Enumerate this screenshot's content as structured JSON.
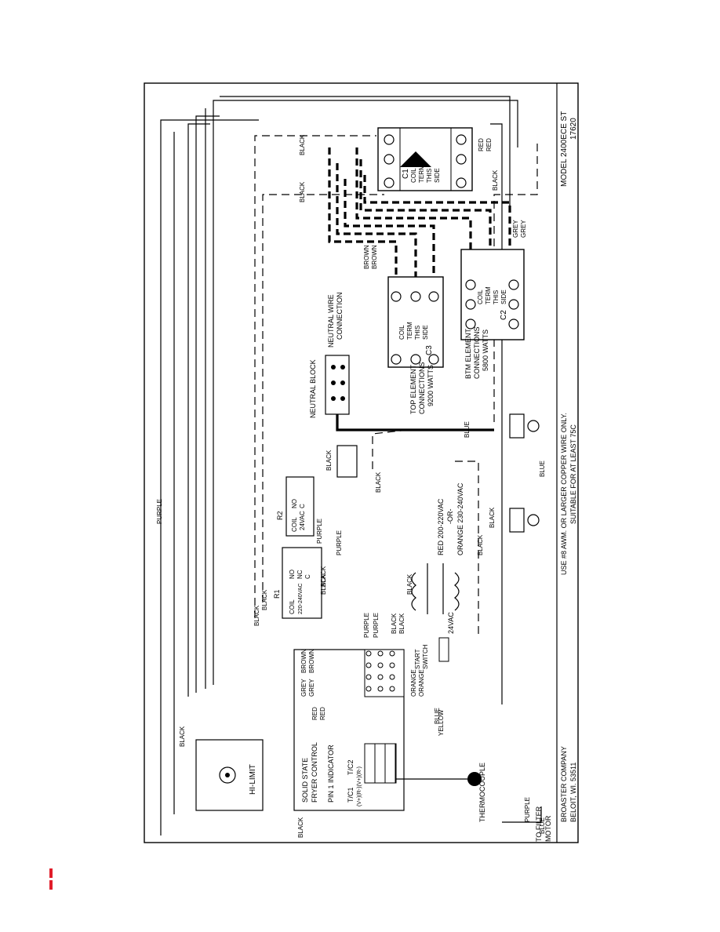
{
  "colors": {
    "ink": "#000000",
    "paper": "#ffffff",
    "margin_mark": "#e11d2a"
  },
  "title_block": {
    "model": "MODEL 2400ECE ST",
    "number": "17620",
    "company": "BROASTER COMPANY",
    "city": "BELOIT, WI.  53511",
    "note_1": "USE #8 AWM. OR LARGER COPPER WIRE ONLY.",
    "note_2": "SUITABLE FOR AT LEAST 75C"
  },
  "contactors": {
    "c1": {
      "id": "C1",
      "coil_1": "COIL",
      "coil_2": "TERM",
      "coil_3": "THIS",
      "coil_4": "SIDE"
    },
    "c2": {
      "id": "C2",
      "coil_1": "COIL",
      "coil_2": "TERM",
      "coil_3": "THIS",
      "coil_4": "SIDE"
    },
    "c3": {
      "id": "C3",
      "coil_1": "COIL",
      "coil_2": "TERM",
      "coil_3": "THIS",
      "coil_4": "SIDE"
    }
  },
  "elements": {
    "top_1": "TOP ELEMENT",
    "top_2": "CONNECTIONS",
    "top_3": "9200 WATTS",
    "btm_1": "BTM ELEMENT",
    "btm_2": "CONNECTIONS",
    "btm_3": "5800 WATTS"
  },
  "neutral": {
    "block": "NEUTRAL BLOCK",
    "wire_1": "NEUTRAL WIRE",
    "wire_2": "CONNECTION"
  },
  "relays": {
    "r1": {
      "id": "R1",
      "no": "NO",
      "nc": "NC",
      "c": "C",
      "coil": "COIL",
      "voltage": "220-240VAC"
    },
    "r2": {
      "id": "R2",
      "no": "NO",
      "c": "C",
      "coil": "COIL",
      "voltage": "24VAC"
    }
  },
  "control": {
    "title_1": "SOLID STATE",
    "title_2": "FRYER CONTROL",
    "pin": "PIN 1 INDICATOR",
    "tc_1": "T/C1",
    "tc_2": "T/C2",
    "tc_pins": "(V+)(R-)(V+)(R-)",
    "thermocouple": "THERMOCOUPLE",
    "hi_limit": "HI-LIMIT",
    "start_1": "START",
    "start_2": "SWITCH",
    "transformer": "24VAC",
    "volt_red": "RED  200-220VAC",
    "volt_or": "-OR-",
    "volt_orange": "ORANGE 230-240VAC",
    "filter_1": "TO FILTER",
    "filter_2": "MOTOR"
  },
  "wires": {
    "black": "BLACK",
    "red": "RED",
    "grey": "GREY",
    "brown": "BROWN",
    "blue": "BLUE",
    "purple": "PURPLE",
    "orange": "ORANGE",
    "yellow": "YELLOW"
  }
}
